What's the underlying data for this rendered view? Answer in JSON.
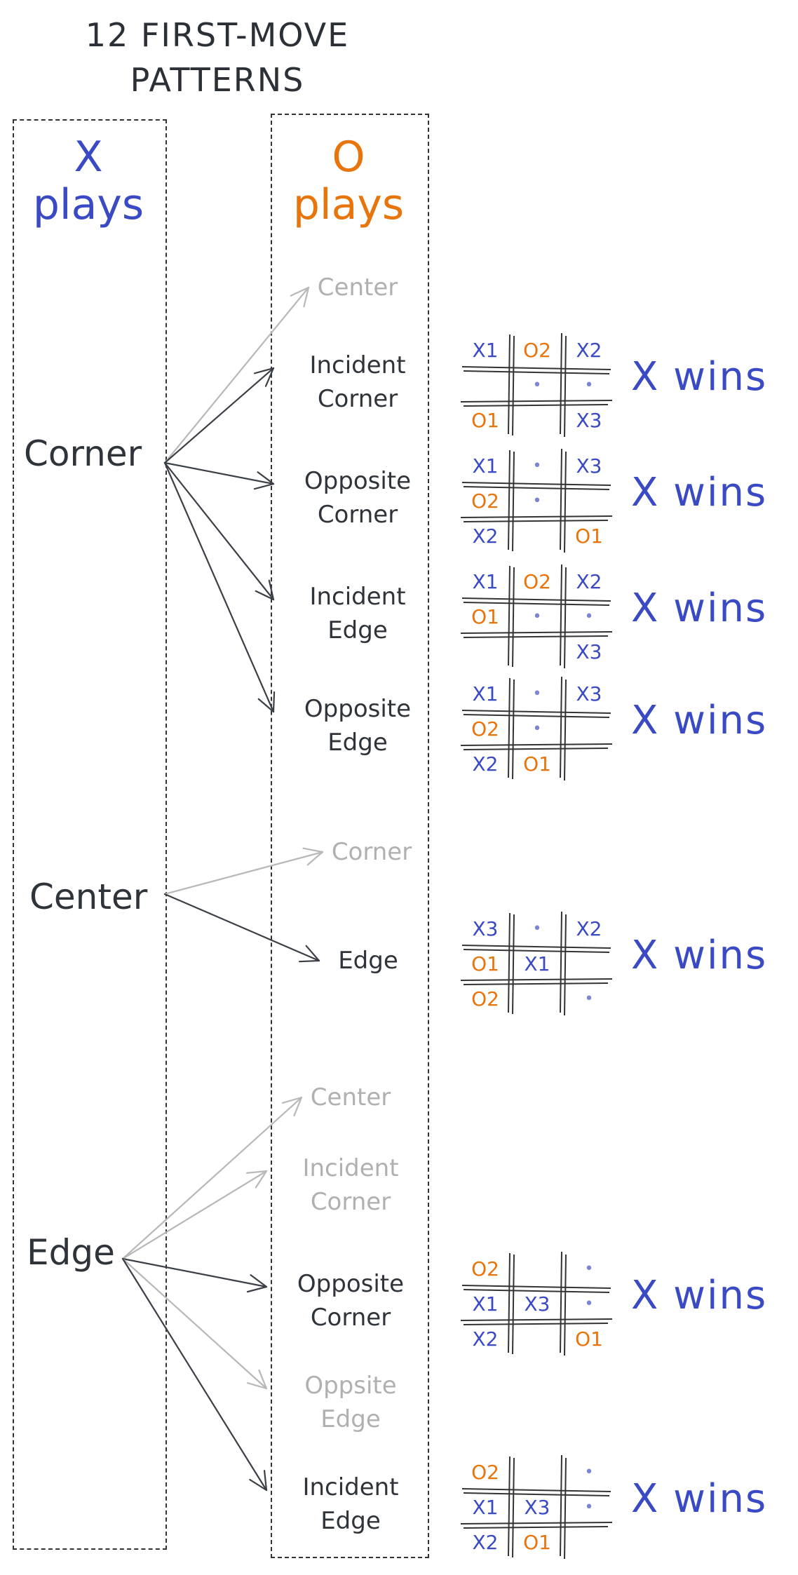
{
  "title": [
    "12 FIRST-MOVE",
    "PATTERNS"
  ],
  "x_column": {
    "label_top": "X",
    "label_bottom": "plays"
  },
  "o_column": {
    "label_top": "O",
    "label_bottom": "plays"
  },
  "groups": [
    {
      "x_move": "Corner",
      "options": [
        {
          "label": [
            "Center"
          ],
          "active": false
        },
        {
          "label": [
            "Incident",
            "Corner"
          ],
          "active": true,
          "result": "X wins",
          "board": [
            "X1",
            "O2",
            "X2",
            "",
            "•",
            "•",
            "O1",
            "",
            "X3"
          ]
        },
        {
          "label": [
            "Opposite",
            "Corner"
          ],
          "active": true,
          "result": "X wins",
          "board": [
            "X1",
            "•",
            "X3",
            "O2",
            "•",
            "",
            "X2",
            "",
            "O1"
          ]
        },
        {
          "label": [
            "Incident",
            "Edge"
          ],
          "active": true,
          "result": "X wins",
          "board": [
            "X1",
            "O2",
            "X2",
            "O1",
            "•",
            "•",
            "",
            "",
            "X3"
          ]
        },
        {
          "label": [
            "Opposite",
            "Edge"
          ],
          "active": true,
          "result": "X wins",
          "board": [
            "X1",
            "•",
            "X3",
            "O2",
            "•",
            "",
            "X2",
            "O1",
            ""
          ]
        }
      ]
    },
    {
      "x_move": "Center",
      "options": [
        {
          "label": [
            "Corner"
          ],
          "active": false
        },
        {
          "label": [
            "Edge"
          ],
          "active": true,
          "result": "X wins",
          "board": [
            "X3",
            "•",
            "X2",
            "O1",
            "X1",
            "",
            "O2",
            "",
            "•"
          ]
        }
      ]
    },
    {
      "x_move": "Edge",
      "options": [
        {
          "label": [
            "Center"
          ],
          "active": false
        },
        {
          "label": [
            "Incident",
            "Corner"
          ],
          "active": false
        },
        {
          "label": [
            "Opposite",
            "Corner"
          ],
          "active": true,
          "result": "X wins",
          "board": [
            "O2",
            "",
            "•",
            "X1",
            "X3",
            "•",
            "X2",
            "",
            "O1"
          ]
        },
        {
          "label": [
            "Oppsite",
            "Edge"
          ],
          "active": false
        },
        {
          "label": [
            "Incident",
            "Edge"
          ],
          "active": true,
          "result": "X wins",
          "board": [
            "O2",
            "",
            "•",
            "X1",
            "X3",
            "•",
            "X2",
            "O1",
            ""
          ]
        }
      ]
    }
  ],
  "colors": {
    "x": "#3a49c4",
    "o": "#e8740c",
    "inactive": "#b0b0b0",
    "ink": "#2f333a"
  }
}
